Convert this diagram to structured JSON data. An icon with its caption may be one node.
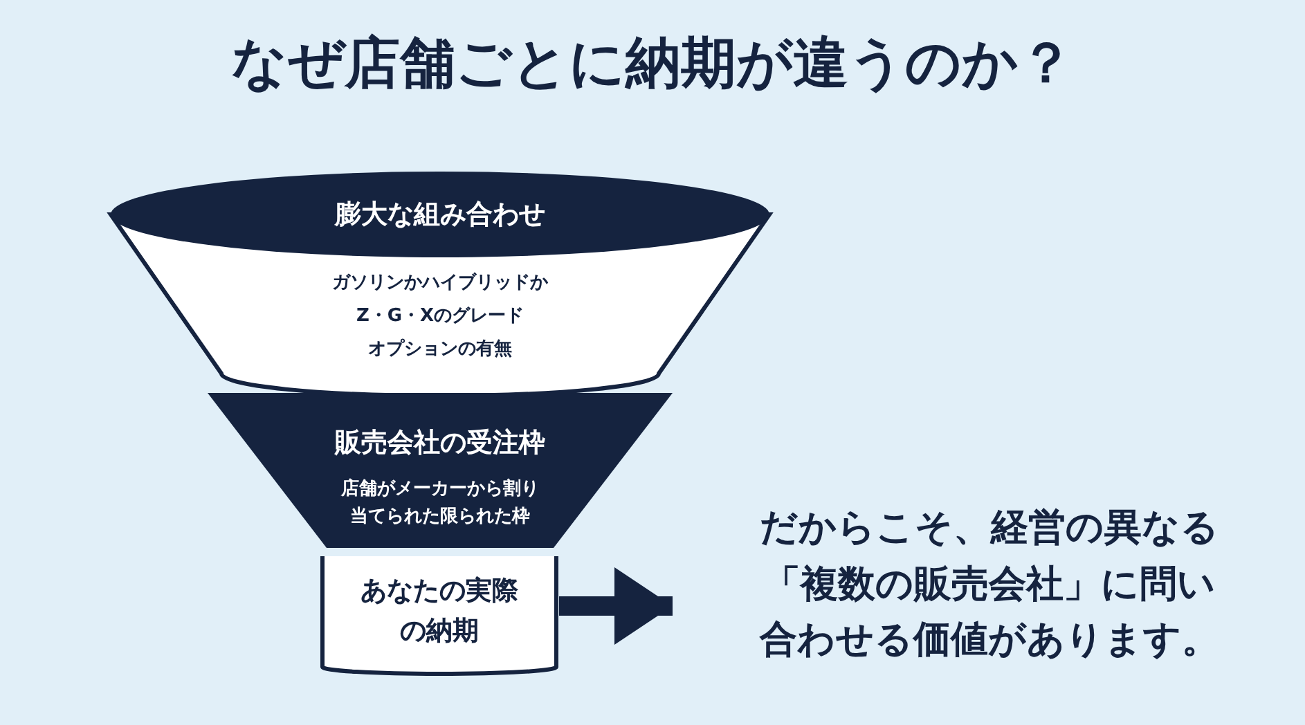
{
  "diagram": {
    "title": "なぜ店舗ごとに納期が違うのか？",
    "nodes": [
      {
        "text": [
          "膨大な組み合わせ",
          "ガソリンかハイブリッドか",
          "Z・G・Xのグレード",
          "オプションの有無"
        ]
      },
      {
        "text": [
          "販売会社の受注枠",
          "店舗がメーカーから割り当てられた限られた枠"
        ]
      },
      {
        "text": [
          "あなたの実際の納期"
        ]
      },
      {
        "text": [
          "だからこそ、経営の異なる「複数の販売会社」に問い合わせる価値があります。"
        ]
      }
    ],
    "edges": [
      {
        "from": 2,
        "to": 3,
        "arrow": "to"
      }
    ]
  }
}
